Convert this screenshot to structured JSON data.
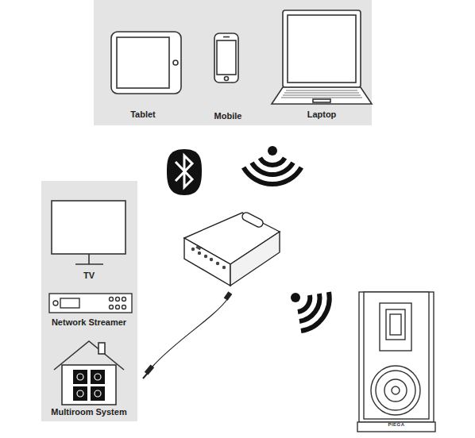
{
  "diagram": {
    "nodes": [
      {
        "text": [
          "Tablet",
          "Mobile",
          "Laptop"
        ]
      },
      {
        "text": [
          "TV",
          "Network Streamer",
          "Multiroom System"
        ]
      }
    ],
    "labels": [
      "PIEGA"
    ]
  }
}
